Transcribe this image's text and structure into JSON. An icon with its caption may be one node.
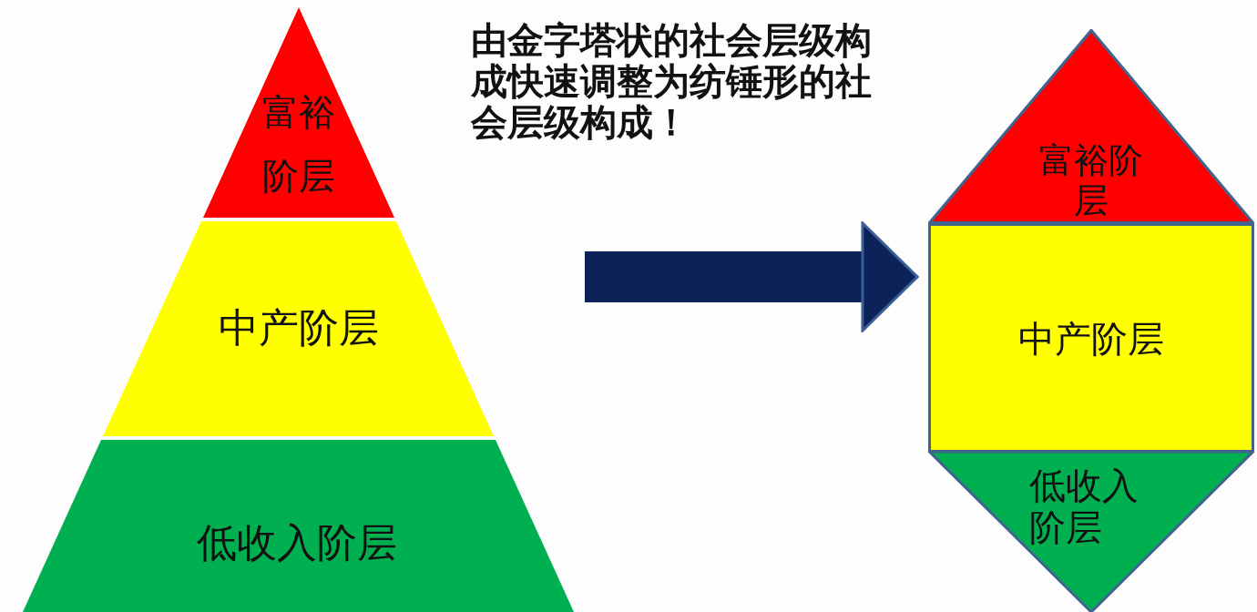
{
  "diagram": {
    "nodes": [
      {
        "text": [],
        "shape": "triangle"
      },
      {
        "text": [
          "富裕阶层"
        ],
        "in": 0
      },
      {
        "text": [
          "中产阶层"
        ],
        "in": 0
      },
      {
        "text": [
          "低收入阶层"
        ],
        "in": 0
      },
      {
        "text": [],
        "shape": "hexagon"
      },
      {
        "text": [
          "富裕阶层"
        ],
        "in": 4
      },
      {
        "text": [
          "中产阶层"
        ],
        "in": 4
      },
      {
        "text": [
          "低收入阶层"
        ],
        "in": 4
      }
    ],
    "edges": [
      {
        "from": 0,
        "to": 4,
        "arrow": "to"
      }
    ],
    "labels": [
      "由金字塔状的社会层级构成快速调整为纺锤形的社会层级构成！"
    ]
  }
}
